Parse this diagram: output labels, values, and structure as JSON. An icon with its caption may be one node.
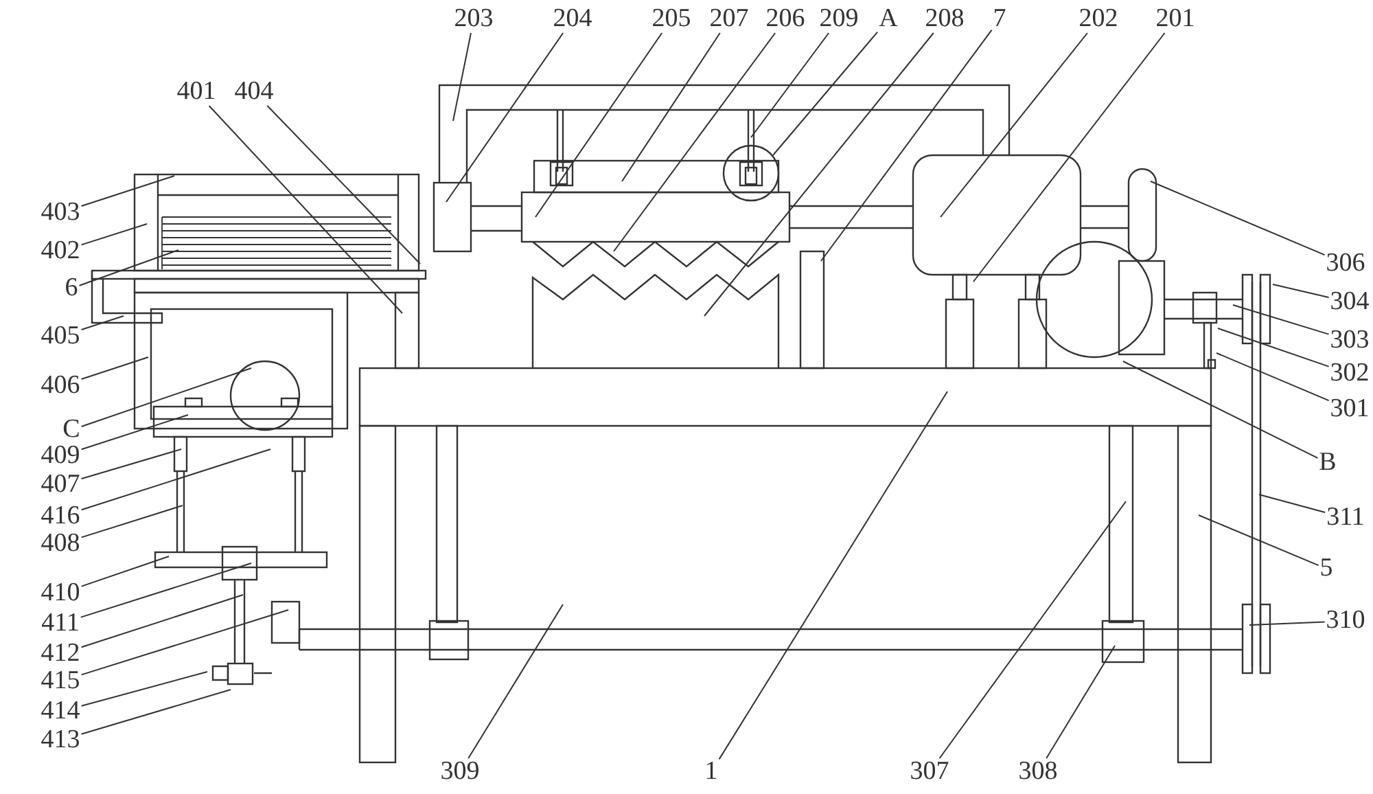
{
  "diagram": {
    "nodes": [
      {
        "text": [
          "203"
        ]
      },
      {
        "text": [
          "204"
        ]
      },
      {
        "text": [
          "205"
        ]
      },
      {
        "text": [
          "207"
        ]
      },
      {
        "text": [
          "206"
        ]
      },
      {
        "text": [
          "209"
        ]
      },
      {
        "text": [
          "A"
        ]
      },
      {
        "text": [
          "208"
        ]
      },
      {
        "text": [
          "7"
        ]
      },
      {
        "text": [
          "202"
        ]
      },
      {
        "text": [
          "201"
        ]
      },
      {
        "text": [
          "401"
        ]
      },
      {
        "text": [
          "404"
        ]
      },
      {
        "text": [
          "403"
        ]
      },
      {
        "text": [
          "402"
        ]
      },
      {
        "text": [
          "6"
        ]
      },
      {
        "text": [
          "405"
        ]
      },
      {
        "text": [
          "406"
        ]
      },
      {
        "text": [
          "C"
        ]
      },
      {
        "text": [
          "409"
        ]
      },
      {
        "text": [
          "407"
        ]
      },
      {
        "text": [
          "416"
        ]
      },
      {
        "text": [
          "408"
        ]
      },
      {
        "text": [
          "410"
        ]
      },
      {
        "text": [
          "411"
        ]
      },
      {
        "text": [
          "412"
        ]
      },
      {
        "text": [
          "415"
        ]
      },
      {
        "text": [
          "414"
        ]
      },
      {
        "text": [
          "413"
        ]
      },
      {
        "text": [
          "306"
        ]
      },
      {
        "text": [
          "304"
        ]
      },
      {
        "text": [
          "303"
        ]
      },
      {
        "text": [
          "302"
        ]
      },
      {
        "text": [
          "301"
        ]
      },
      {
        "text": [
          "B"
        ]
      },
      {
        "text": [
          "311"
        ]
      },
      {
        "text": [
          "5"
        ]
      },
      {
        "text": [
          "310"
        ]
      },
      {
        "text": [
          "309"
        ]
      },
      {
        "text": [
          "1"
        ]
      },
      {
        "text": [
          "307"
        ]
      },
      {
        "text": [
          "308"
        ]
      }
    ],
    "edges": [
      {
        "from": 0,
        "to": null,
        "arrow": "none"
      },
      {
        "from": 1,
        "to": null,
        "arrow": "none"
      },
      {
        "from": 2,
        "to": null,
        "arrow": "none"
      },
      {
        "from": 3,
        "to": null,
        "arrow": "none"
      },
      {
        "from": 4,
        "to": null,
        "arrow": "none"
      },
      {
        "from": 5,
        "to": null,
        "arrow": "none"
      },
      {
        "from": 6,
        "to": null,
        "arrow": "none"
      },
      {
        "from": 7,
        "to": null,
        "arrow": "none"
      },
      {
        "from": 8,
        "to": null,
        "arrow": "none"
      },
      {
        "from": 9,
        "to": null,
        "arrow": "none"
      },
      {
        "from": 10,
        "to": null,
        "arrow": "none"
      },
      {
        "from": 11,
        "to": null,
        "arrow": "none"
      },
      {
        "from": 12,
        "to": null,
        "arrow": "none"
      },
      {
        "from": 13,
        "to": null,
        "arrow": "none"
      },
      {
        "from": 14,
        "to": null,
        "arrow": "none"
      },
      {
        "from": 15,
        "to": null,
        "arrow": "none"
      },
      {
        "from": 16,
        "to": null,
        "arrow": "none"
      },
      {
        "from": 17,
        "to": null,
        "arrow": "none"
      },
      {
        "from": 18,
        "to": null,
        "arrow": "none"
      },
      {
        "from": 19,
        "to": null,
        "arrow": "none"
      },
      {
        "from": 20,
        "to": null,
        "arrow": "none"
      },
      {
        "from": 21,
        "to": null,
        "arrow": "none"
      },
      {
        "from": 22,
        "to": null,
        "arrow": "none"
      },
      {
        "from": 23,
        "to": null,
        "arrow": "none"
      },
      {
        "from": 24,
        "to": null,
        "arrow": "none"
      },
      {
        "from": 25,
        "to": null,
        "arrow": "none"
      },
      {
        "from": 26,
        "to": null,
        "arrow": "none"
      },
      {
        "from": 27,
        "to": null,
        "arrow": "none"
      },
      {
        "from": 28,
        "to": null,
        "arrow": "none"
      },
      {
        "from": 29,
        "to": null,
        "arrow": "none"
      },
      {
        "from": 30,
        "to": null,
        "arrow": "none"
      },
      {
        "from": 31,
        "to": null,
        "arrow": "none"
      },
      {
        "from": 32,
        "to": null,
        "arrow": "none"
      },
      {
        "from": 33,
        "to": null,
        "arrow": "none"
      },
      {
        "from": 34,
        "to": null,
        "arrow": "none"
      },
      {
        "from": 35,
        "to": null,
        "arrow": "none"
      },
      {
        "from": 36,
        "to": null,
        "arrow": "none"
      },
      {
        "from": 37,
        "to": null,
        "arrow": "none"
      },
      {
        "from": 38,
        "to": null,
        "arrow": "none"
      },
      {
        "from": 39,
        "to": null,
        "arrow": "none"
      },
      {
        "from": 40,
        "to": null,
        "arrow": "none"
      },
      {
        "from": 41,
        "to": null,
        "arrow": "none"
      }
    ]
  }
}
